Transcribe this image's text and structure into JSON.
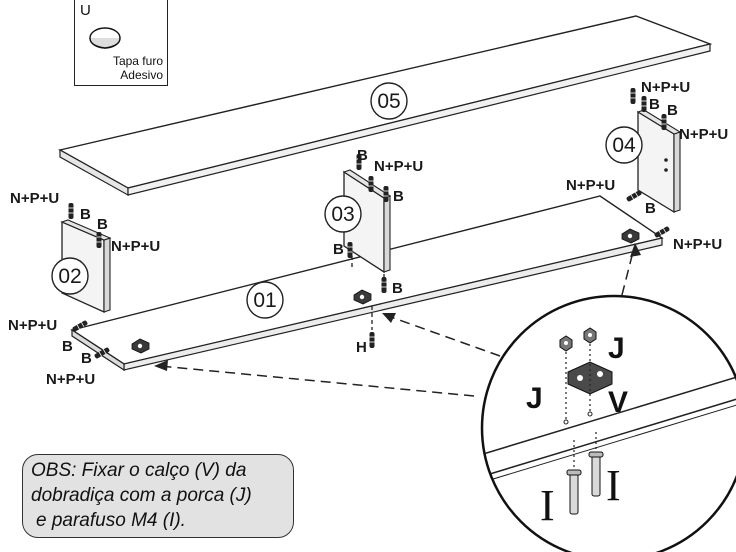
{
  "legend": {
    "letter": "U",
    "caption_line1": "Tapa furo",
    "caption_line2": "Adesivo"
  },
  "panels": {
    "p01": "01",
    "p02": "02",
    "p03": "03",
    "p04": "04",
    "p05": "05"
  },
  "hardware": {
    "npu": "N+P+U",
    "b": "B",
    "h": "H",
    "j": "J",
    "v": "V",
    "i": "I"
  },
  "note": {
    "line1": "OBS: Fixar o calço (V) da",
    "line2": "dobradiça com a porca (J)",
    "line3": "e parafuso M4 (I)."
  }
}
